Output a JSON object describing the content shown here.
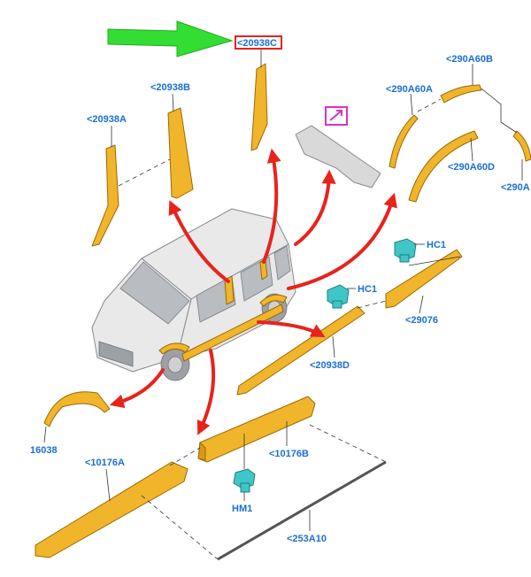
{
  "diagram": {
    "highlight_color": "#e8231c",
    "label_color": "#1a6fd6",
    "pointer_color": "#33dd33",
    "part_color": "#f0b52a",
    "clip_color": "#3fc6c6",
    "labels": {
      "p20938C": "<20938C",
      "p20938B": "<20938B",
      "p20938A": "<20938A",
      "p290A60B": "<290A60B",
      "p290A60A": "<290A60A",
      "p290A60D": "<290A60D",
      "p290A": "<290A",
      "hc1_top": "HC1",
      "hc1_mid": "HC1",
      "p29076": "<29076",
      "p20938D": "<20938D",
      "p16038": "16038",
      "p10176A": "<10176A",
      "p10176B": "<10176B",
      "hm1": "HM1",
      "p253A10": "<253A10"
    },
    "icons": {
      "pointer": "green-arrow-icon",
      "link": "external-link-icon"
    }
  }
}
